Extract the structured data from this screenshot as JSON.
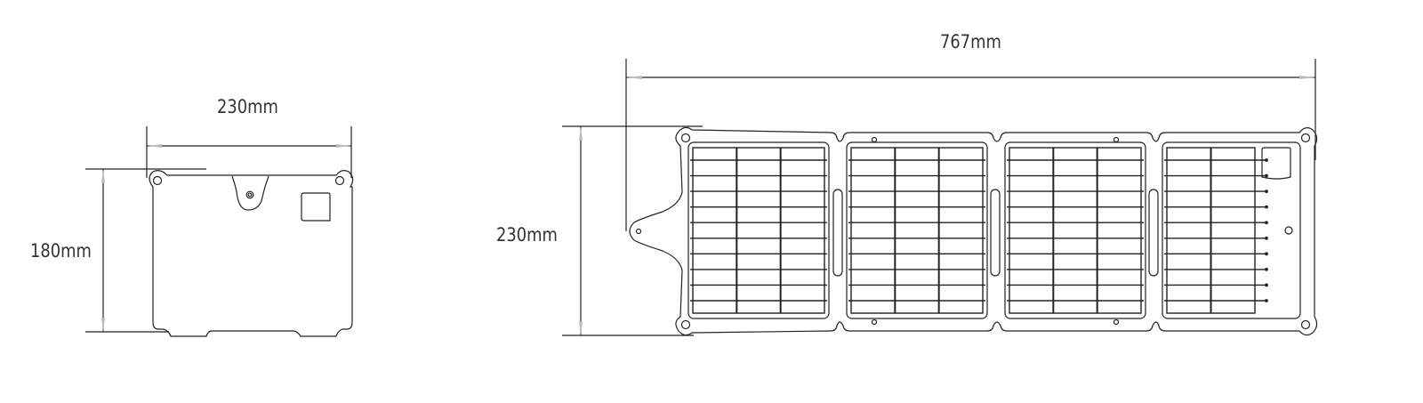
{
  "drawing": {
    "folded_view": {
      "width_label": "230mm",
      "height_label": "180mm"
    },
    "unfolded_view": {
      "width_label": "767mm",
      "height_label": "230mm",
      "panel_count": 4,
      "cell_grid": {
        "columns": 3,
        "rows": 11
      },
      "last_panel_columns": 2
    },
    "line_color": "#222222",
    "background": "#ffffff"
  }
}
